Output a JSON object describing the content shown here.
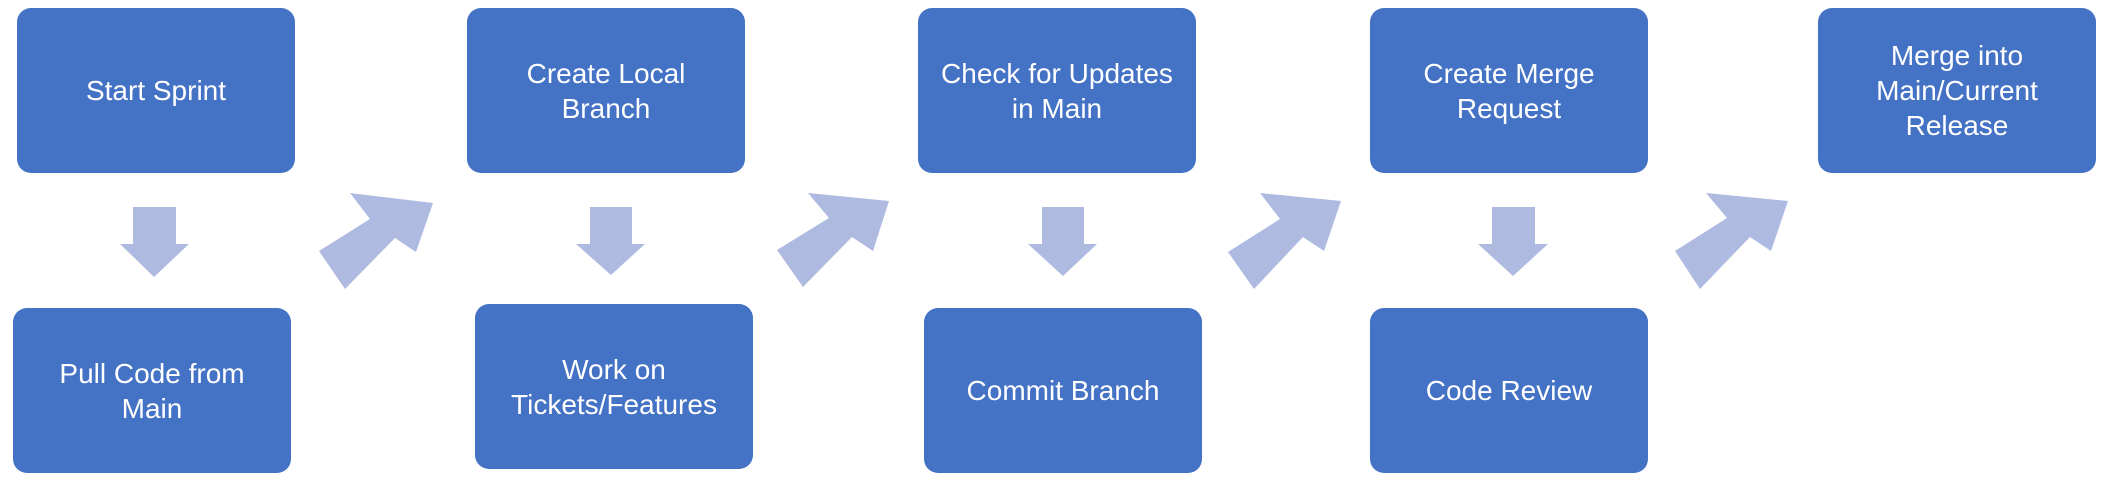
{
  "colors": {
    "node_fill": "#4472c4",
    "node_text": "#ffffff",
    "arrow_fill": "#aebae0"
  },
  "steps": [
    {
      "label": "Start Sprint"
    },
    {
      "label": "Pull Code from\nMain"
    },
    {
      "label": "Create Local\nBranch"
    },
    {
      "label": "Work on\nTickets/Features"
    },
    {
      "label": "Check for Updates\nin Main"
    },
    {
      "label": "Commit Branch"
    },
    {
      "label": "Create Merge\nRequest"
    },
    {
      "label": "Code Review"
    },
    {
      "label": "Merge into\nMain/Current\nRelease"
    }
  ],
  "connectors": [
    {
      "from": "Start Sprint",
      "to": "Pull Code from Main",
      "shape": "down-arrow"
    },
    {
      "from": "Pull Code from Main",
      "to": "Create Local Branch",
      "shape": "diagonal-arrow"
    },
    {
      "from": "Create Local Branch",
      "to": "Work on Tickets/Features",
      "shape": "down-arrow"
    },
    {
      "from": "Work on Tickets/Features",
      "to": "Check for Updates in Main",
      "shape": "diagonal-arrow"
    },
    {
      "from": "Check for Updates in Main",
      "to": "Commit Branch",
      "shape": "down-arrow"
    },
    {
      "from": "Commit Branch",
      "to": "Create Merge Request",
      "shape": "diagonal-arrow"
    },
    {
      "from": "Create Merge Request",
      "to": "Code Review",
      "shape": "down-arrow"
    },
    {
      "from": "Code Review",
      "to": "Merge into Main/Current Release",
      "shape": "diagonal-arrow"
    }
  ]
}
